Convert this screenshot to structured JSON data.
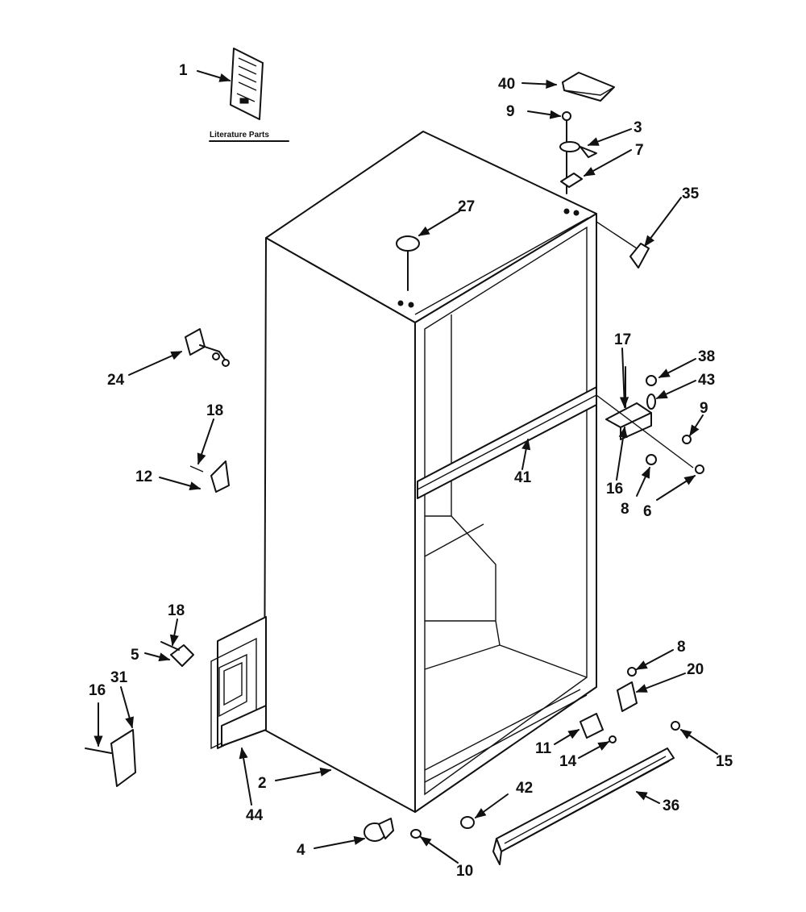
{
  "literature": {
    "label": "Literature Parts"
  },
  "callouts": {
    "c1": "1",
    "c40": "40",
    "c9a": "9",
    "c3": "3",
    "c7": "7",
    "c35": "35",
    "c27": "27",
    "c24": "24",
    "c18a": "18",
    "c12": "12",
    "c17": "17",
    "c38": "38",
    "c43": "43",
    "c9b": "9",
    "c41": "41",
    "c16a": "16",
    "c8a": "8",
    "c6": "6",
    "c18b": "18",
    "c5": "5",
    "c16b": "16",
    "c31": "31",
    "c8b": "8",
    "c20": "20",
    "c11": "11",
    "c14": "14",
    "c15": "15",
    "c42": "42",
    "c36": "36",
    "c2": "2",
    "c44": "44",
    "c4": "4",
    "c10": "10"
  }
}
